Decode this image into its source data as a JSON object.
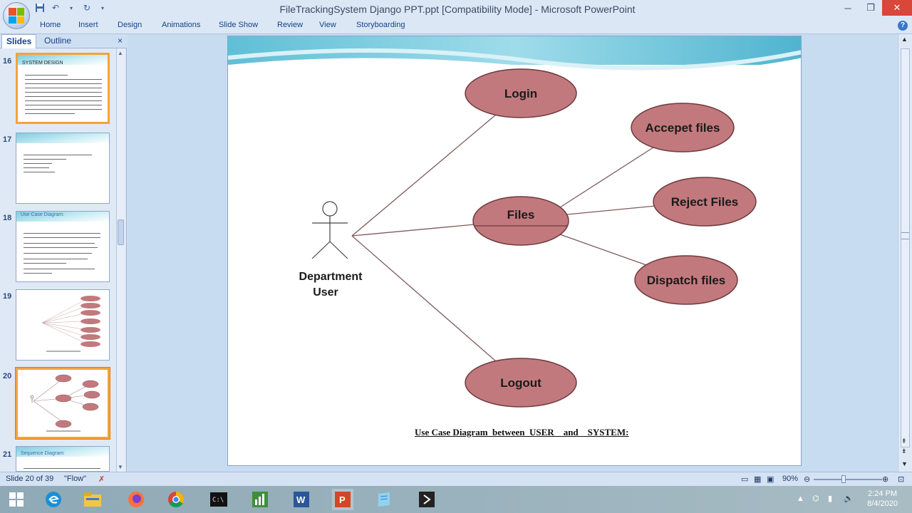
{
  "window": {
    "title": "FileTrackingSystem Django PPT.ppt [Compatibility Mode] - Microsoft PowerPoint"
  },
  "ribbon": {
    "tabs": [
      "Home",
      "Insert",
      "Design",
      "Animations",
      "Slide Show",
      "Review",
      "View",
      "Storyboarding"
    ]
  },
  "left_pane": {
    "tab_slides": "Slides",
    "tab_outline": "Outline",
    "close": "×",
    "thumbnails": [
      {
        "number": "16",
        "heading": "SYSTEM DESIGN"
      },
      {
        "number": "17",
        "heading": ""
      },
      {
        "number": "18",
        "heading": "Use Case Diagram:"
      },
      {
        "number": "19",
        "heading": ""
      },
      {
        "number": "20",
        "heading": ""
      },
      {
        "number": "21",
        "heading": "Sequence Diagram:"
      }
    ]
  },
  "slide": {
    "actor": [
      "Department",
      "User"
    ],
    "use_cases": {
      "login": "Login",
      "files": "Files",
      "logout": "Logout",
      "accept": "Accepet files",
      "reject": "Reject Files",
      "dispatch": "Dispatch files"
    },
    "caption": "Use Case Diagram  between  USER    and    SYSTEM:",
    "ellipse_fill": "#c2797d",
    "ellipse_stroke": "#6e3a3e",
    "line_color": "#7d5b5b"
  },
  "status_bar": {
    "slide_info": "Slide 20 of 39",
    "theme": "\"Flow\"",
    "zoom": "90%"
  },
  "taskbar": {
    "time": "2:24 PM",
    "date": "8/4/2020"
  }
}
